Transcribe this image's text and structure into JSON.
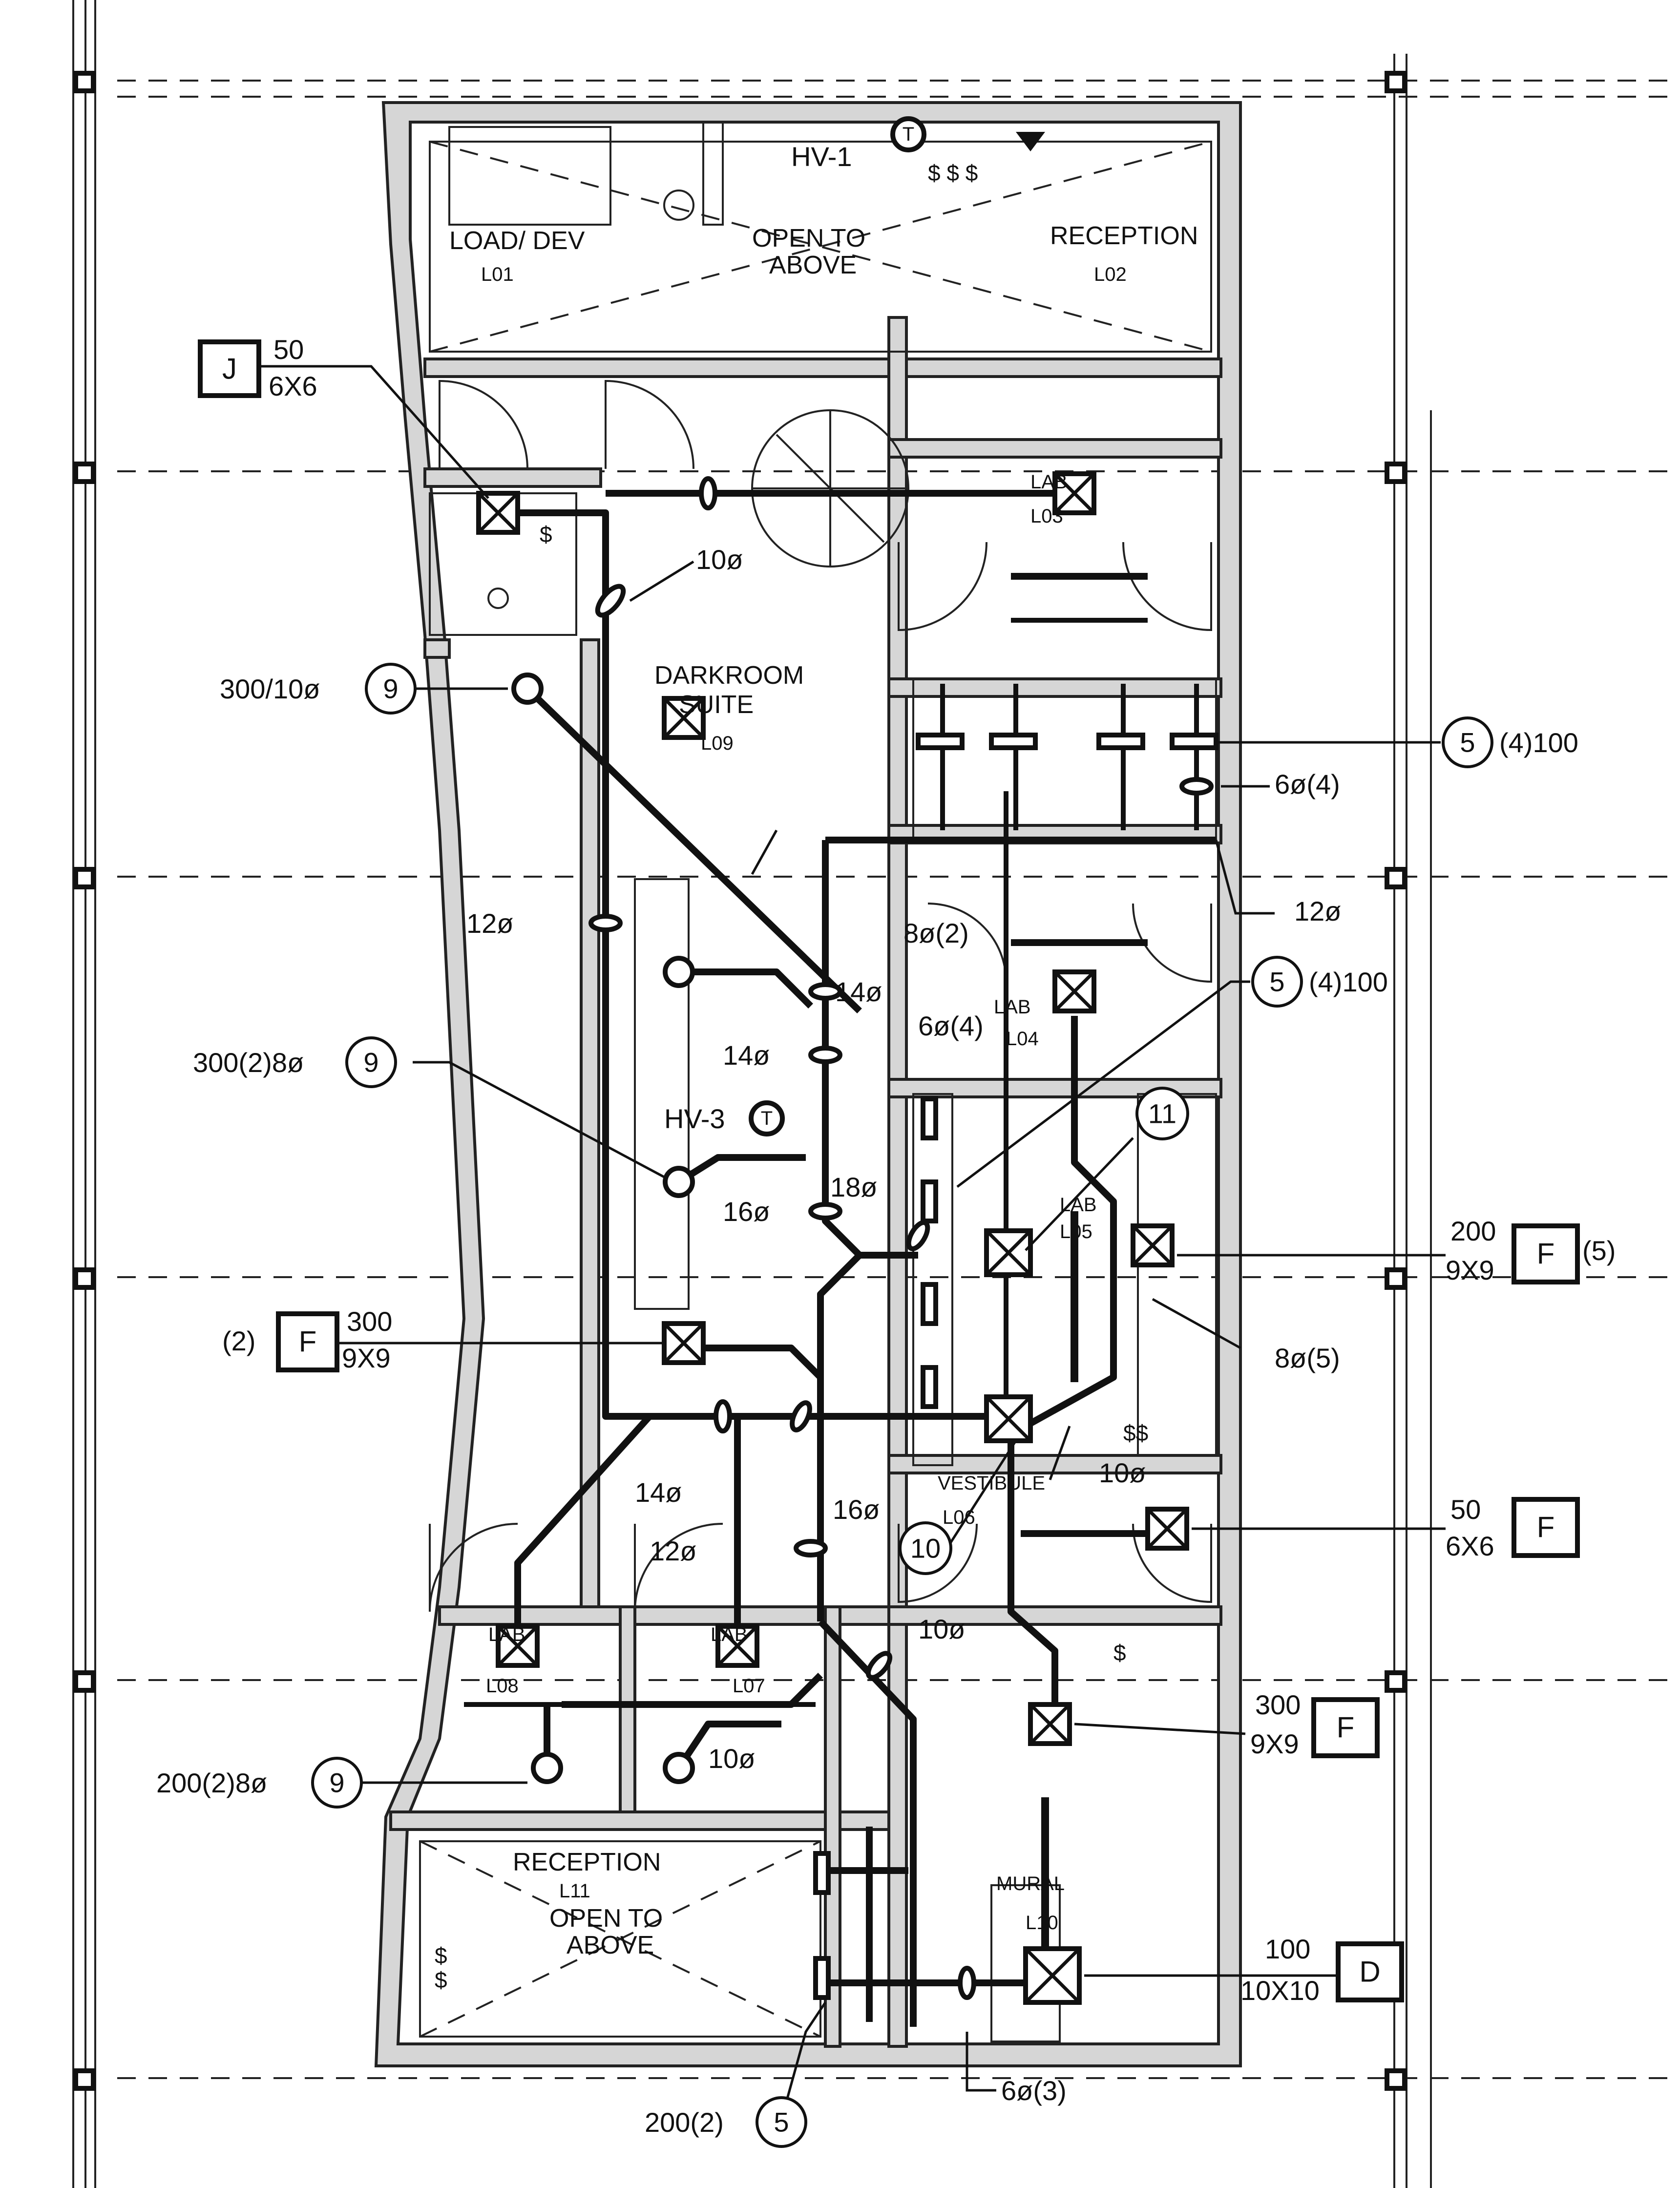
{
  "units": {
    "hv1": "HV-1",
    "hv3": "HV-3"
  },
  "rooms": {
    "l01": {
      "name": "LOAD/ DEV",
      "tag": "L01"
    },
    "open_top": {
      "line1": "OPEN TO",
      "line2": "ABOVE"
    },
    "l02": {
      "name": "RECEPTION",
      "tag": "L02"
    },
    "l03": {
      "name": "LAB",
      "tag": "L03"
    },
    "l09": {
      "line1": "DARKROOM",
      "line2": "SUITE",
      "tag": "L09"
    },
    "l04": {
      "name": "LAB",
      "tag": "L04"
    },
    "l05": {
      "name": "LAB",
      "tag": "L05"
    },
    "l06": {
      "name": "VESTIBULE",
      "tag": "L06"
    },
    "l08": {
      "name": "LAB",
      "tag": "L08"
    },
    "l07": {
      "name": "LAB",
      "tag": "L07"
    },
    "l11": {
      "name": "RECEPTION",
      "tag": "L11",
      "line1": "OPEN TO",
      "line2": "ABOVE"
    },
    "l10": {
      "name": "MURAL",
      "tag": "L10"
    }
  },
  "callouts": {
    "j_box": {
      "letter": "J",
      "cfm": "50",
      "size": "6X6"
    },
    "f_right_1": {
      "letter": "F",
      "cfm": "200",
      "size": "9X9",
      "count": "(5)"
    },
    "f_left": {
      "letter": "F",
      "cfm": "300",
      "size": "9X9",
      "count": "(2)"
    },
    "f_right_2": {
      "letter": "F",
      "cfm": "50",
      "size": "6X6"
    },
    "f_right_3": {
      "letter": "F",
      "cfm": "300",
      "size": "9X9"
    },
    "d_box": {
      "letter": "D",
      "cfm": "100",
      "size": "10X10"
    },
    "c9_a": {
      "num": "9",
      "text": "300/10ø"
    },
    "c9_b": {
      "num": "9",
      "text": "300(2)8ø"
    },
    "c9_c": {
      "num": "9",
      "text": "200(2)8ø"
    },
    "c5_a": {
      "num": "5",
      "text": "(4)100"
    },
    "c5_b": {
      "num": "5",
      "text": "(4)100"
    },
    "c5_c": {
      "num": "5",
      "text": "200(2)"
    },
    "c11": {
      "num": "11"
    },
    "c10": {
      "num": "10"
    }
  },
  "duct_sizes": {
    "d10_top": "10ø",
    "d6_4_top": "6ø(4)",
    "d12_right": "12ø",
    "d12_left": "12ø",
    "d8_2": "8ø(2)",
    "d14_a": "14ø",
    "d14_b": "14ø",
    "d6_4_mid": "6ø(4)",
    "d16_a": "16ø",
    "d18": "18ø",
    "d8_5": "8ø(5)",
    "d10_mid": "10ø",
    "d14_c": "14ø",
    "d16_b": "16ø",
    "d12_low": "12ø",
    "d10_low": "10ø",
    "d10_lab": "10ø",
    "d6_3": "6ø(3)"
  },
  "colors": {
    "line": "#111111",
    "wall_fill": "#d6d6d6",
    "background": "#ffffff"
  }
}
